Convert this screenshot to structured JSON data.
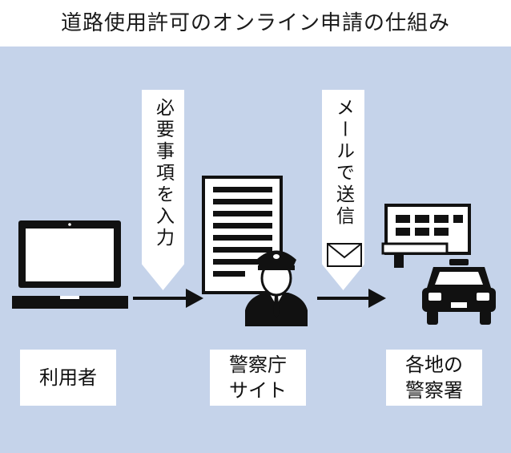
{
  "title": "道路使用許可のオンライン申請の仕組み",
  "steps": {
    "input": "必要事項を入力",
    "send": "メールで送信"
  },
  "nodes": {
    "user": "利用者",
    "npa": [
      "警察庁",
      "サイト"
    ],
    "stations": [
      "各地の",
      "警察署"
    ]
  },
  "icons": [
    "laptop-icon",
    "office-building-icon",
    "police-officer-icon",
    "mail-envelope-icon",
    "police-station-icon",
    "police-car-icon"
  ],
  "colors": {
    "panel": "#c5d3ea",
    "ink": "#1a1a1a",
    "box": "#ffffff"
  }
}
